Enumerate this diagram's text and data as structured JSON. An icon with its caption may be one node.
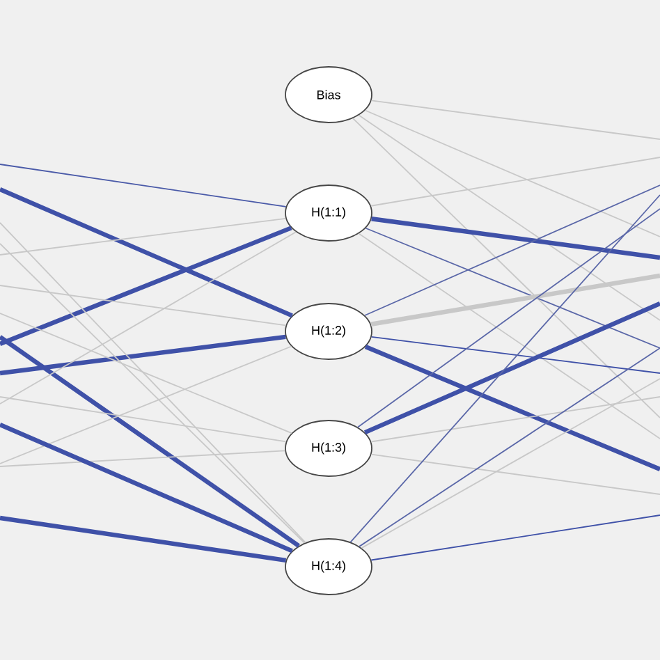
{
  "diagram": {
    "nodes": [
      {
        "text": [
          "Bias"
        ]
      },
      {
        "text": [
          "H(1:1)"
        ]
      },
      {
        "text": [
          "H(1:2)"
        ]
      },
      {
        "text": [
          "H(1:3)"
        ]
      },
      {
        "text": [
          "H(1:4)"
        ]
      }
    ],
    "edges": [
      {
        "from": null,
        "to": 1,
        "arrow": "none",
        "color": "#4a5aa8"
      },
      {
        "from": null,
        "to": 2,
        "arrow": "none",
        "color": "#3f51a8",
        "style": "thick"
      },
      {
        "from": null,
        "to": 1,
        "arrow": "none"
      },
      {
        "from": null,
        "to": 1,
        "arrow": "none",
        "color": "#3f51a8",
        "style": "thick"
      },
      {
        "from": null,
        "to": 4,
        "arrow": "none",
        "color": "#3f51a8",
        "style": "thick"
      },
      {
        "from": null,
        "to": 2,
        "arrow": "none",
        "color": "#3f51a8",
        "style": "thick"
      },
      {
        "from": null,
        "to": 2,
        "arrow": "none"
      },
      {
        "from": null,
        "to": 3,
        "arrow": "none"
      },
      {
        "from": null,
        "to": 3,
        "arrow": "none"
      },
      {
        "from": null,
        "to": 3,
        "arrow": "none"
      },
      {
        "from": null,
        "to": 2,
        "arrow": "none"
      },
      {
        "from": null,
        "to": 4,
        "arrow": "none"
      },
      {
        "from": null,
        "to": 4,
        "arrow": "none"
      },
      {
        "from": null,
        "to": 4,
        "arrow": "none",
        "color": "#3f51a8",
        "style": "thick"
      },
      {
        "from": null,
        "to": 4,
        "arrow": "none",
        "color": "#3f51a8",
        "style": "thick"
      },
      {
        "from": null,
        "to": 1,
        "arrow": "none"
      },
      {
        "from": 0,
        "to": null,
        "arrow": "none"
      },
      {
        "from": 0,
        "to": null,
        "arrow": "none"
      },
      {
        "from": 0,
        "to": null,
        "arrow": "none"
      },
      {
        "from": 0,
        "to": null,
        "arrow": "none"
      },
      {
        "from": 1,
        "to": null,
        "arrow": "none"
      },
      {
        "from": 1,
        "to": null,
        "arrow": "none",
        "color": "#3f51a8",
        "style": "thick"
      },
      {
        "from": 1,
        "to": null,
        "arrow": "none",
        "color": "#5a67a8"
      },
      {
        "from": 1,
        "to": null,
        "arrow": "none"
      },
      {
        "from": 2,
        "to": null,
        "arrow": "none",
        "color": "#5a67a8"
      },
      {
        "from": 2,
        "to": null,
        "arrow": "none",
        "style": "thick"
      },
      {
        "from": 2,
        "to": null,
        "arrow": "none",
        "color": "#3f51a8"
      },
      {
        "from": 2,
        "to": null,
        "arrow": "none",
        "color": "#3f51a8",
        "style": "thick"
      },
      {
        "from": 3,
        "to": null,
        "arrow": "none",
        "color": "#5a67a8"
      },
      {
        "from": 3,
        "to": null,
        "arrow": "none",
        "color": "#3f51a8",
        "style": "thick"
      },
      {
        "from": 3,
        "to": null,
        "arrow": "none"
      },
      {
        "from": 3,
        "to": null,
        "arrow": "none"
      },
      {
        "from": 4,
        "to": null,
        "arrow": "none",
        "color": "#5a67a8"
      },
      {
        "from": 4,
        "to": null,
        "arrow": "none",
        "color": "#5a67a8"
      },
      {
        "from": 4,
        "to": null,
        "arrow": "none"
      },
      {
        "from": 4,
        "to": null,
        "arrow": "none",
        "color": "#3f51a8"
      }
    ]
  }
}
